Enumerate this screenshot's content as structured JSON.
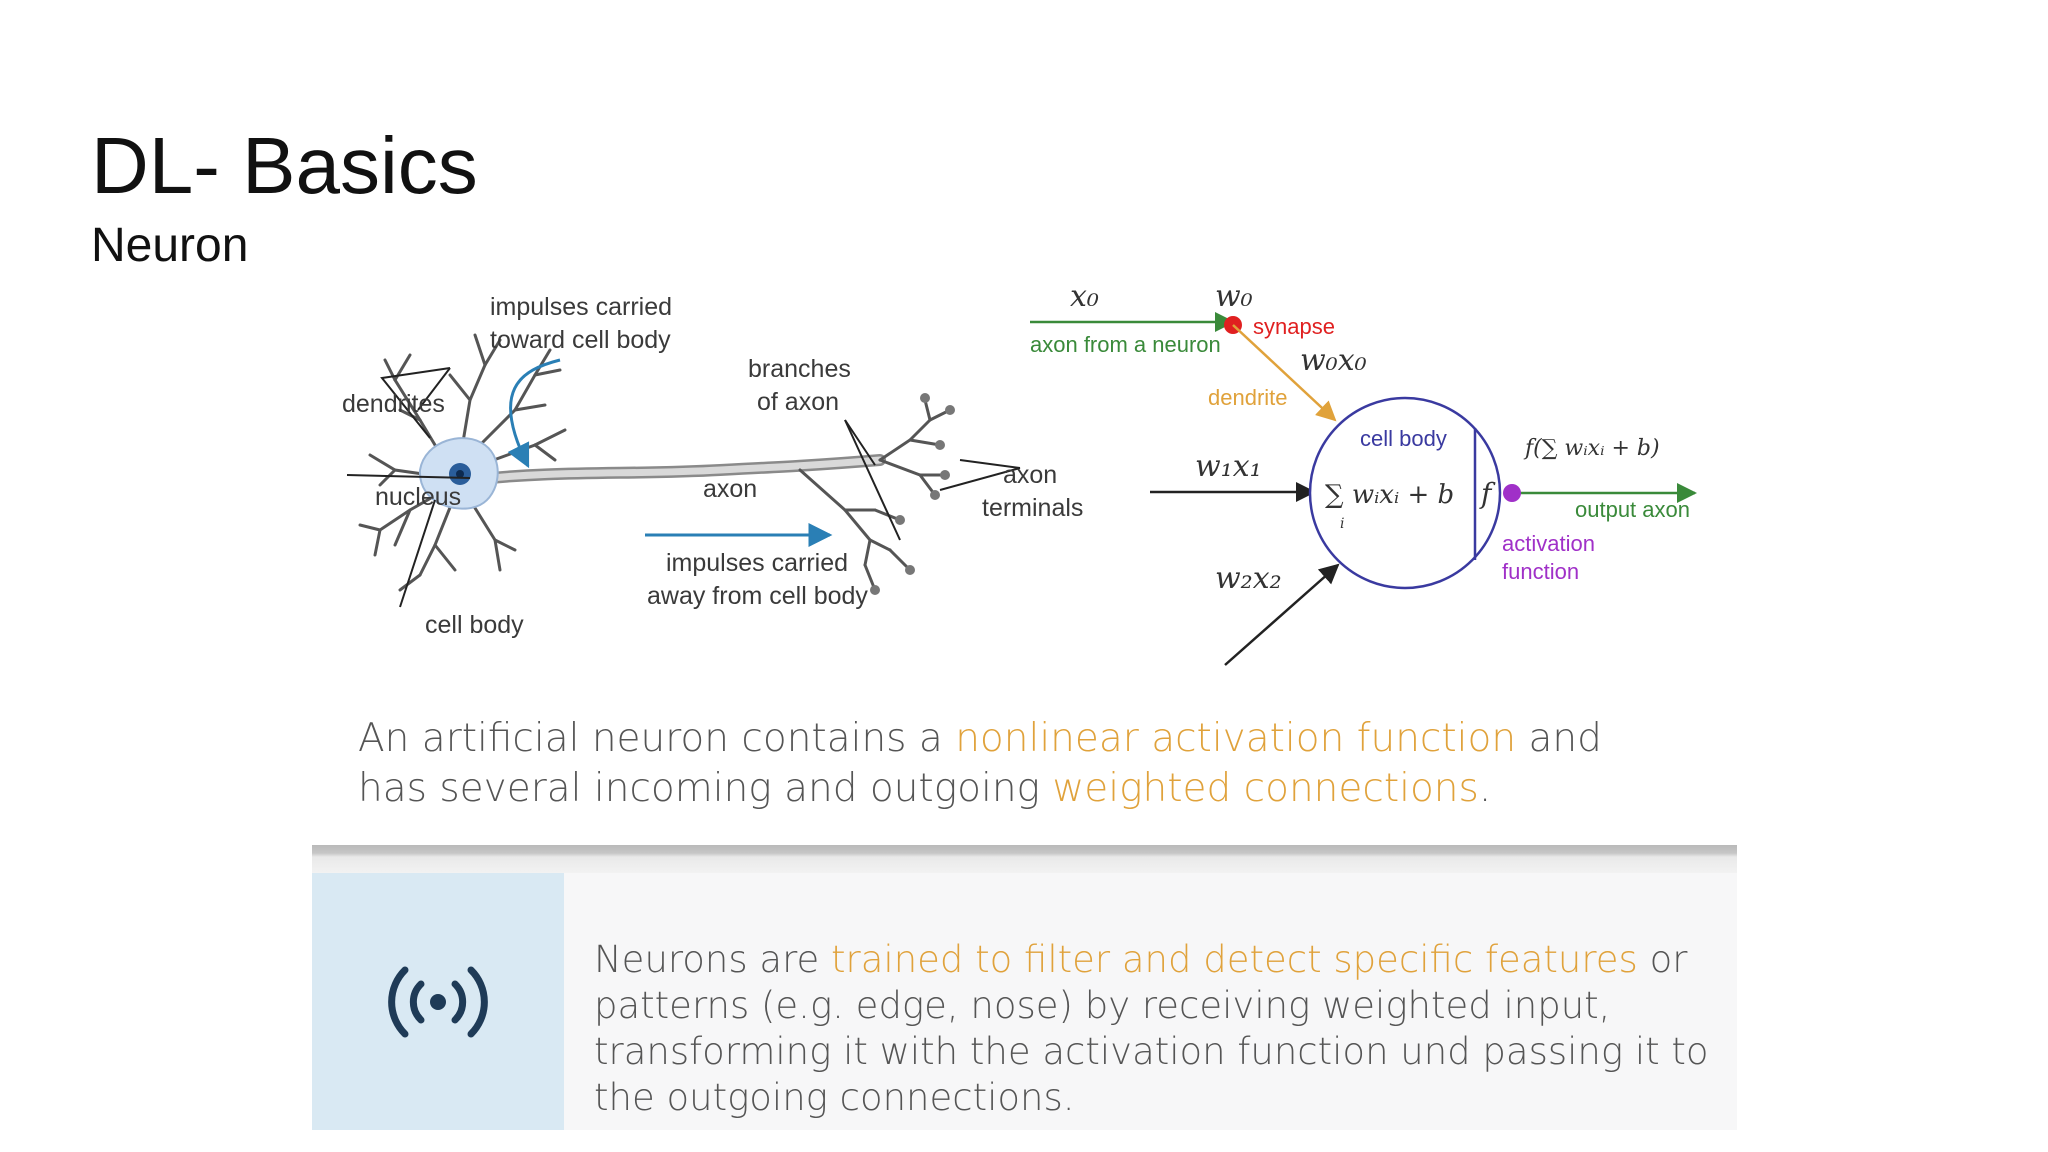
{
  "slide": {
    "title": "DL- Basics",
    "subtitle": "Neuron"
  },
  "bio_diagram": {
    "impulses_in": [
      "impulses carried",
      "toward cell body"
    ],
    "dendrites": "dendrites",
    "nucleus": "nucleus",
    "cell_body": "cell body",
    "axon": "axon",
    "branches": [
      "branches",
      "of axon"
    ],
    "terminals": [
      "axon",
      "terminals"
    ],
    "impulses_out": [
      "impulses carried",
      "away from cell body"
    ]
  },
  "model_diagram": {
    "x0": "x₀",
    "w0": "w₀",
    "synapse": "synapse",
    "axon_from": "axon from a neuron",
    "w0x0": "w₀x₀",
    "dendrite": "dendrite",
    "cell_body": "cell body",
    "w1x1": "w₁x₁",
    "w2x2": "w₂x₂",
    "sum": "∑ wᵢxᵢ + b",
    "sum_index": "i",
    "f": "f",
    "f_of_sum": "f(∑ wᵢxᵢ + b)",
    "output_axon": "output axon",
    "activation": [
      "activation",
      "function"
    ]
  },
  "caption": {
    "part1": "An artificial neuron contains a ",
    "highlight1": "nonlinear activation function",
    "part2": " and has several incoming and outgoing ",
    "highlight2": "weighted connections",
    "part3": "."
  },
  "info_panel": {
    "icon": "broadcast-icon",
    "part1": "Neurons are ",
    "highlight": "trained to filter and detect specific features",
    "part2": " or patterns (e.g. edge, nose) by receiving weighted input, transforming it with the activation function und passing it to the outgoing connections."
  },
  "colors": {
    "highlight": "#e0a23b",
    "synapse": "#e02020",
    "cell_body_line": "#3a3aa0",
    "activation": "#a030c8",
    "output": "#3a8a3a",
    "icon_bg": "#d9e9f3",
    "icon": "#1f3b57"
  }
}
